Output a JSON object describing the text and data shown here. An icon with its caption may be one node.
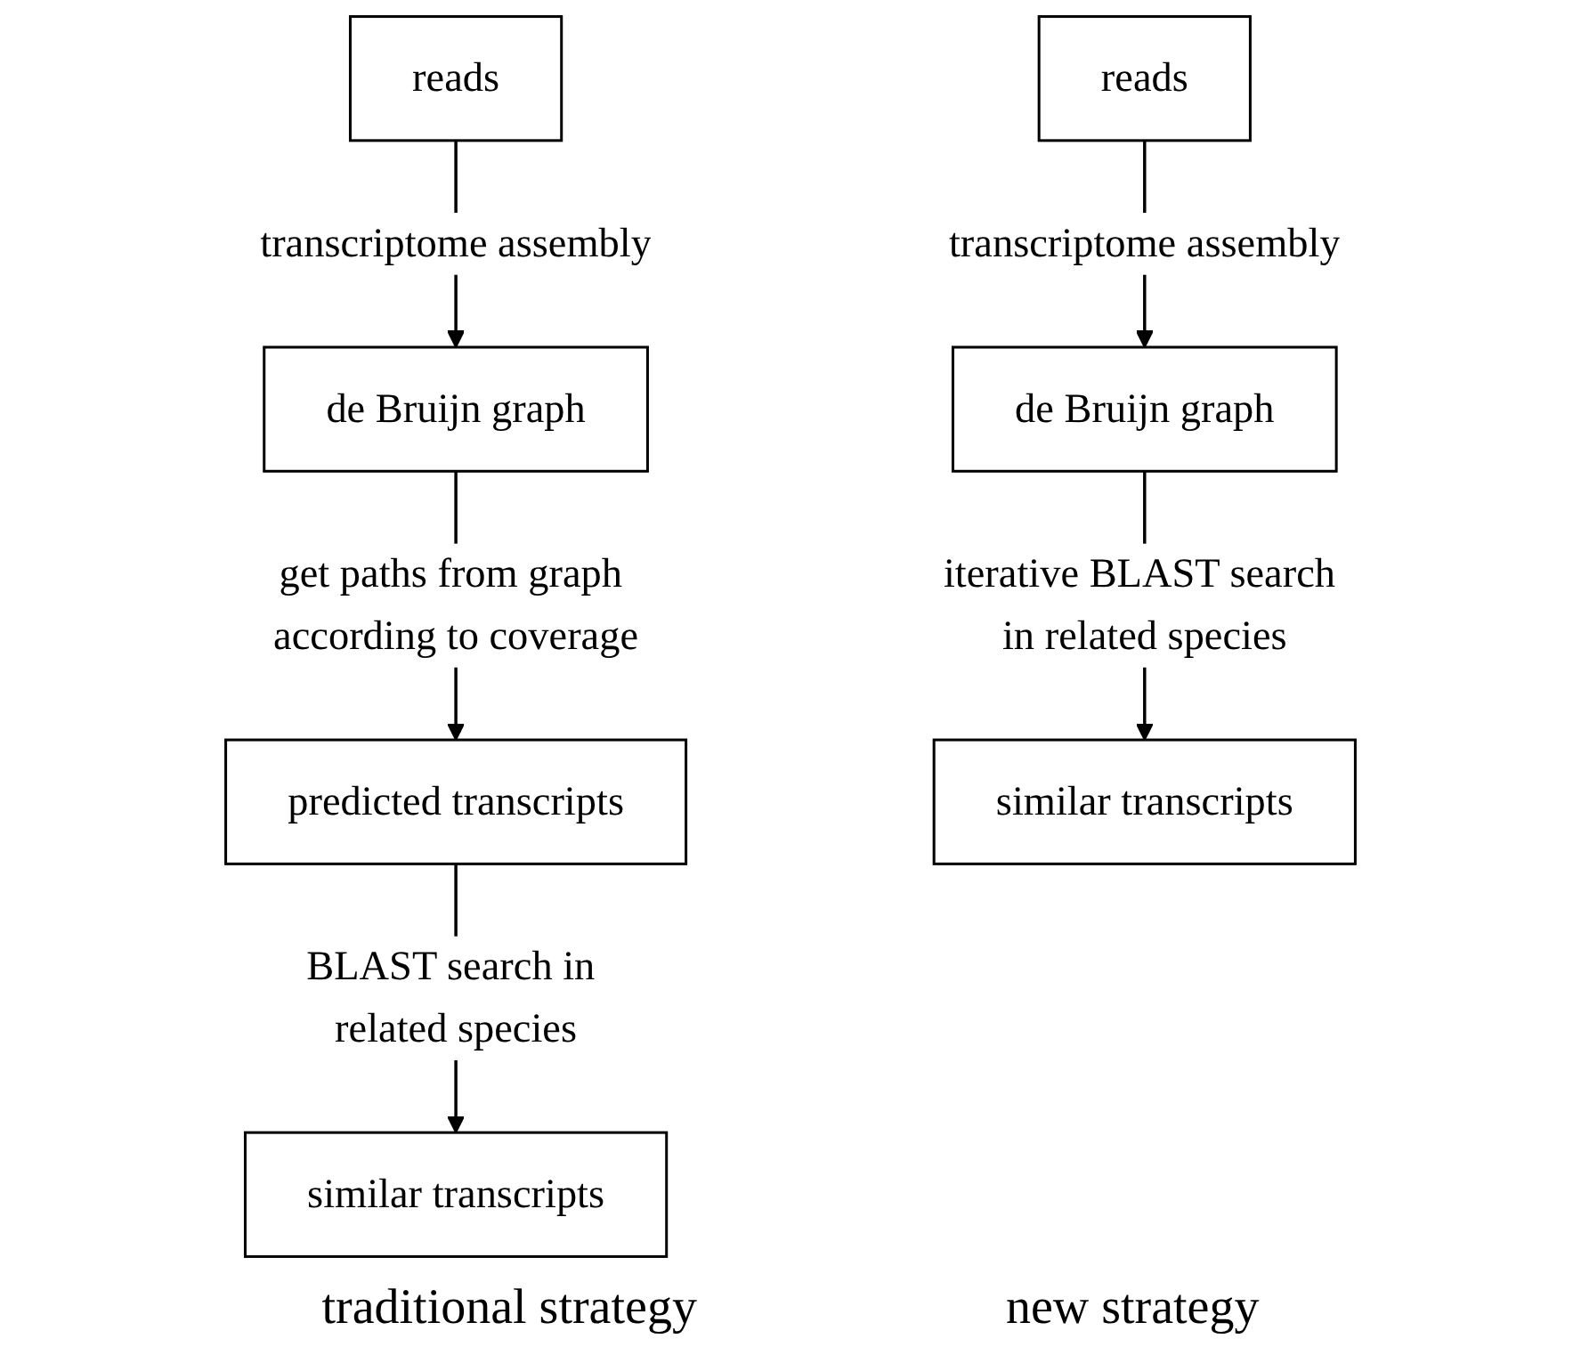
{
  "diagram": {
    "nodes": [
      {
        "text": [
          "reads"
        ]
      },
      {
        "text": [
          "de Bruijn graph"
        ]
      },
      {
        "text": [
          "predicted transcripts"
        ]
      },
      {
        "text": [
          "similar transcripts"
        ]
      },
      {
        "text": [
          "reads"
        ]
      },
      {
        "text": [
          "de Bruijn graph"
        ]
      },
      {
        "text": [
          "similar transcripts"
        ]
      }
    ],
    "edges": [
      {
        "from": 0,
        "to": 1,
        "arrow": "to",
        "label": "transcriptome assembly"
      },
      {
        "from": 1,
        "to": 2,
        "arrow": "to",
        "label": "get paths from graph according to coverage"
      },
      {
        "from": 2,
        "to": 3,
        "arrow": "to",
        "label": "BLAST search in related species"
      },
      {
        "from": 4,
        "to": 5,
        "arrow": "to",
        "label": "transcriptome assembly"
      },
      {
        "from": 5,
        "to": 6,
        "arrow": "to",
        "label": "iterative BLAST search in related species"
      }
    ],
    "labels": [
      "traditional strategy",
      "new strategy"
    ]
  }
}
